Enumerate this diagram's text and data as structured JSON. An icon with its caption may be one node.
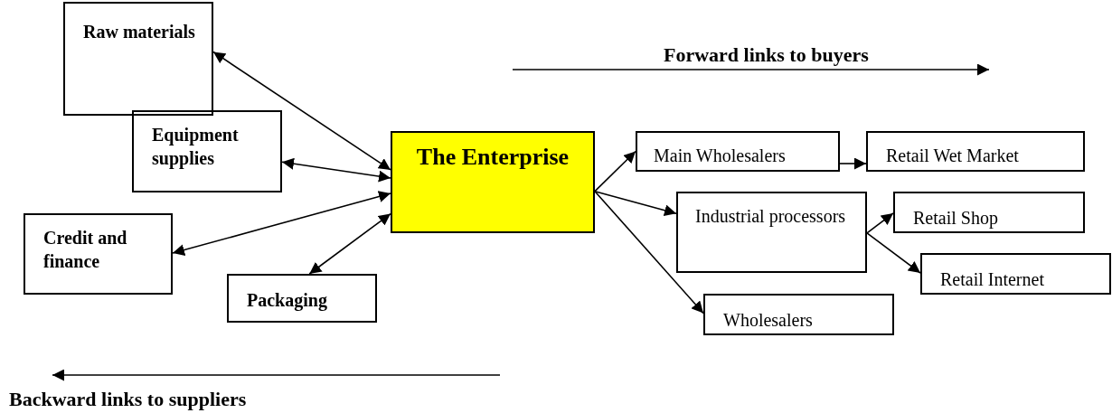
{
  "diagram": {
    "nodes": [
      {
        "text": [
          "Raw materials"
        ]
      },
      {
        "text": [
          "Equipment supplies"
        ]
      },
      {
        "text": [
          "Credit and finance"
        ]
      },
      {
        "text": [
          "Packaging"
        ]
      },
      {
        "text": [
          "The Enterprise"
        ]
      },
      {
        "text": [
          "Main Wholesalers"
        ]
      },
      {
        "text": [
          "Retail Wet Market"
        ]
      },
      {
        "text": [
          "Industrial processors"
        ]
      },
      {
        "text": [
          "Retail Shop"
        ]
      },
      {
        "text": [
          "Retail Internet"
        ]
      },
      {
        "text": [
          "Wholesalers"
        ]
      }
    ],
    "edges": [
      {
        "from": 0,
        "to": 4,
        "arrow": "both"
      },
      {
        "from": 1,
        "to": 4,
        "arrow": "both"
      },
      {
        "from": 2,
        "to": 4,
        "arrow": "both"
      },
      {
        "from": 3,
        "to": 4,
        "arrow": "both"
      },
      {
        "from": 4,
        "to": 5,
        "arrow": "to"
      },
      {
        "from": 4,
        "to": 7,
        "arrow": "to"
      },
      {
        "from": 4,
        "to": 10,
        "arrow": "to"
      },
      {
        "from": 5,
        "to": 6,
        "arrow": "to"
      },
      {
        "from": 7,
        "to": 8,
        "arrow": "to"
      },
      {
        "from": 7,
        "to": 9,
        "arrow": "to"
      }
    ],
    "labels": [
      "Forward links to buyers",
      "Backward links to suppliers"
    ]
  }
}
